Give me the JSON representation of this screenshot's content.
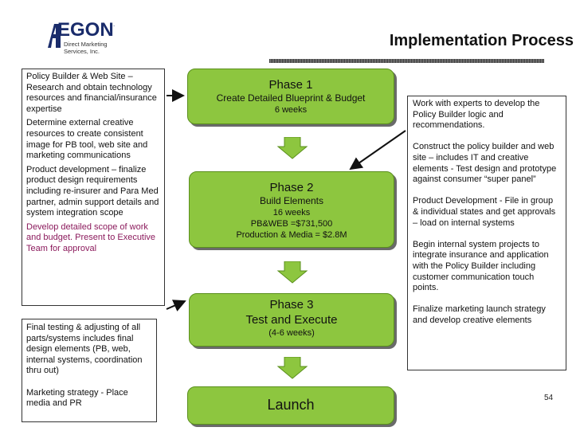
{
  "logo": {
    "word": "EGON",
    "tm": ".",
    "subtitle_line1": "Direct Marketing",
    "subtitle_line2": "Services, Inc."
  },
  "title": "Implementation Process",
  "phases": [
    {
      "label": "Phase 1",
      "name": "Create Detailed Blueprint & Budget",
      "duration": "6 weeks"
    },
    {
      "label": "Phase 2",
      "name": "Build Elements",
      "duration": "16 weeks",
      "budget1": "PB&WEB =$731,500",
      "budget2": "Production & Media = $2.8M"
    },
    {
      "label": "Phase 3",
      "name": "Test and Execute",
      "duration": "(4-6 weeks)"
    },
    {
      "label": "Launch"
    }
  ],
  "left_note": [
    "Policy Builder & Web Site – Research and obtain technology resources and financial/insurance expertise",
    "Determine external creative resources to create consistent image for PB tool, web site and marketing communications",
    "Product development – finalize product design requirements including re-insurer and Para Med partner, admin support details and system integration scope",
    "Develop detailed scope of work and budget.  Present to Executive Team for approval"
  ],
  "right_note": [
    "Work with experts to develop the Policy Builder logic and recommendations.",
    "Construct the policy builder and web site  – includes IT and creative elements - Test design and prototype against consumer “super panel”",
    "Product Development - File in group & individual states and get approvals – load on internal systems",
    "Begin internal system projects to integrate insurance and application with the Policy Builder including customer communication touch points.",
    "Finalize marketing launch strategy and develop creative elements"
  ],
  "bottom_note": [
    "Final testing & adjusting of all parts/systems includes  final design elements (PB, web, internal systems, coordination thru out)",
    "Marketing strategy - Place media and PR"
  ],
  "page_number": "54",
  "colors": {
    "phase_fill": "#8dc63f",
    "arrow_fill": "#8dc63f",
    "logo_blue": "#1a2c6b",
    "highlight_text": "#8b1a5c"
  }
}
